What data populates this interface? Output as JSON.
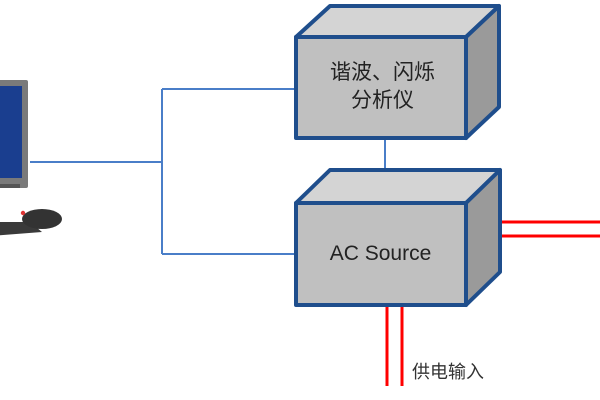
{
  "diagram": {
    "nodes": {
      "computer": {
        "label": "",
        "icon": "desktop-computer-icon"
      },
      "analyzer": {
        "label_line1": "谐波、闪烁",
        "label_line2": "分析仪"
      },
      "ac_source": {
        "label": "AC Source"
      },
      "power_input": {
        "label": "供电输入"
      }
    },
    "connections": [
      {
        "from": "computer",
        "to": "analyzer",
        "type": "communication"
      },
      {
        "from": "computer",
        "to": "ac_source",
        "type": "communication"
      },
      {
        "from": "analyzer",
        "to": "ac_source",
        "type": "measurement"
      },
      {
        "from": "power_input",
        "to": "ac_source",
        "type": "power"
      },
      {
        "from": "ac_source",
        "to": "output",
        "type": "power"
      }
    ],
    "colors": {
      "box_border": "#1f4e8c",
      "box_front": "#c0c0c0",
      "box_top": "#d4d4d4",
      "box_side": "#9a9a9a",
      "comm_line": "#4a7ec8",
      "power_line": "#ff0000"
    }
  }
}
